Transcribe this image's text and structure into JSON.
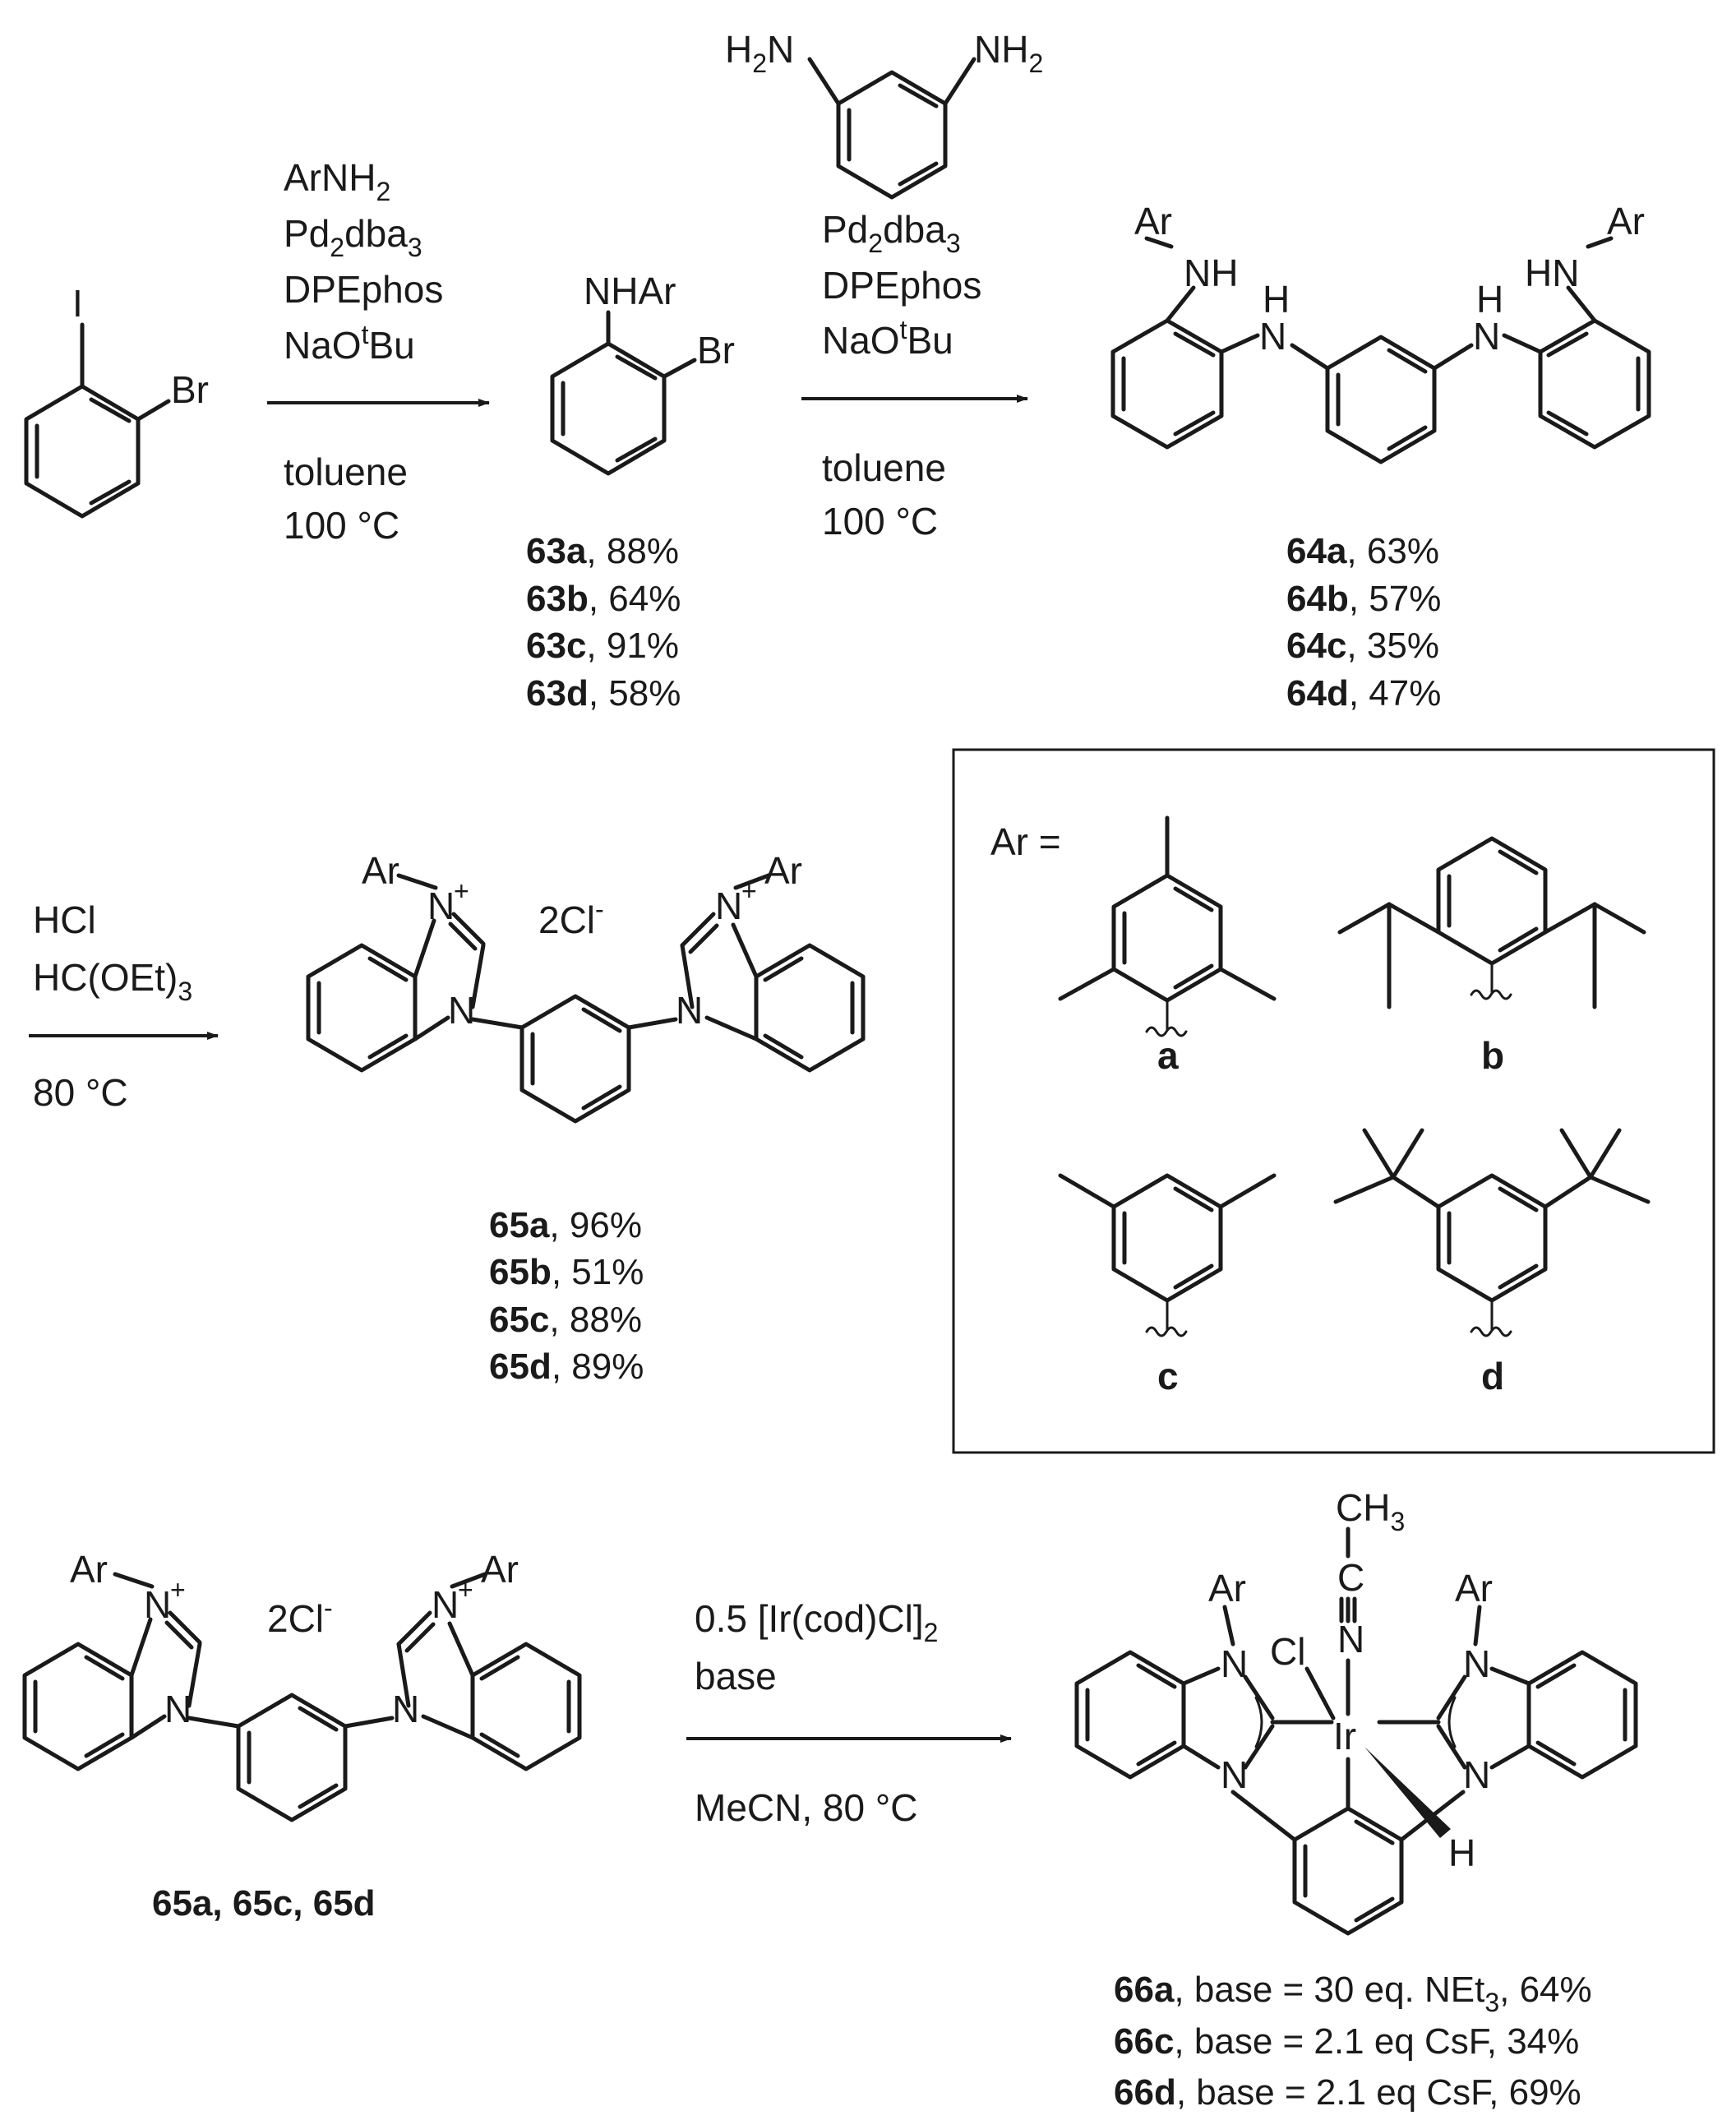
{
  "colors": {
    "ink": "#1a1a1a",
    "background": "#ffffff"
  },
  "atoms": {
    "I": "I",
    "Br": "Br",
    "N": "N",
    "H": "H",
    "NH": "NH",
    "HN": "HN",
    "NHAr": "NHAr",
    "Ar": "Ar",
    "Cl": "Cl",
    "Ir": "Ir",
    "C": "C",
    "CH": "CH",
    "three": "3",
    "H2": "H",
    "two": "2",
    "plus": "+",
    "counter_ion": "2Cl",
    "minus": "-"
  },
  "step1": {
    "reagents": [
      "ArNH",
      "Pd",
      "dba",
      "DPEphos",
      "NaO",
      "Bu"
    ],
    "solvent": "toluene",
    "temperature": "100 °C"
  },
  "step2": {
    "reagents": [
      "Pd",
      "dba",
      "DPEphos",
      "NaO",
      "Bu"
    ],
    "solvent": "toluene",
    "temperature": "100 °C"
  },
  "step3": {
    "reagents": [
      "HCl",
      "HC(OEt)"
    ],
    "temperature": "80 °C"
  },
  "step4": {
    "reagents": [
      "0.5 [Ir(cod)Cl]",
      "base"
    ],
    "conditions": "MeCN, 80 °C"
  },
  "yields_63": [
    {
      "compound": "63a",
      "value": ", 88%"
    },
    {
      "compound": "63b",
      "value": ", 64%"
    },
    {
      "compound": "63c",
      "value": ", 91%"
    },
    {
      "compound": "63d",
      "value": ", 58%"
    }
  ],
  "yields_64": [
    {
      "compound": "64a",
      "value": ", 63%"
    },
    {
      "compound": "64b",
      "value": ", 57%"
    },
    {
      "compound": "64c",
      "value": ", 35%"
    },
    {
      "compound": "64d",
      "value": ", 47%"
    }
  ],
  "yields_65": [
    {
      "compound": "65a",
      "value": ", 96%"
    },
    {
      "compound": "65b",
      "value": ", 51%"
    },
    {
      "compound": "65c",
      "value": ", 88%"
    },
    {
      "compound": "65d",
      "value": ", 89%"
    }
  ],
  "starting_65_label": "65a, 65c, 65d",
  "yields_66": [
    {
      "compound": "66a",
      "value": ", base = 30 eq. NEt",
      "sub": "3",
      "tail": ", 64%"
    },
    {
      "compound": "66c",
      "value": ", base = 2.1 eq CsF, 34%"
    },
    {
      "compound": "66d",
      "value": ", base = 2.1 eq CsF, 69%"
    }
  ],
  "ar_box": {
    "label": "Ar =",
    "variants": [
      "a",
      "b",
      "c",
      "d"
    ]
  }
}
